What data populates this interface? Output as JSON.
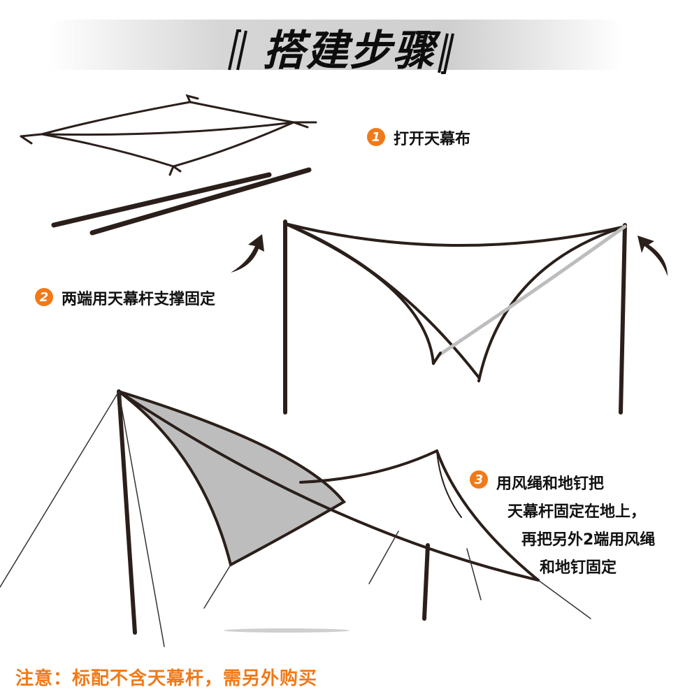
{
  "title": "搭建步骤",
  "steps": [
    {
      "number": "1",
      "text": "打开天幕布"
    },
    {
      "number": "2",
      "text": "两端用天幕杆支撑固定"
    },
    {
      "number": "3",
      "lines": [
        "用风绳和地钉把",
        "天幕杆固定在地上，",
        "再把另外2端用风绳",
        "和地钉固定"
      ]
    }
  ],
  "note": "注意：标配不含天幕杆，需另外购买",
  "colors": {
    "accent": "#f07a18",
    "line": "#2a1f1a",
    "fill": "#bdbdbd",
    "title_band": "#d6d6d6"
  },
  "icons": [
    "bracket-open-icon",
    "bracket-close-icon",
    "curved-arrow-icon"
  ]
}
